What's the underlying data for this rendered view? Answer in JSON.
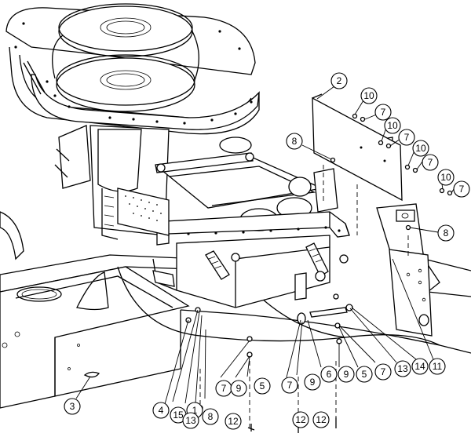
{
  "callouts": [
    {
      "id": "c2",
      "label": "2"
    },
    {
      "id": "c10a",
      "label": "10"
    },
    {
      "id": "c7a",
      "label": "7"
    },
    {
      "id": "c10b",
      "label": "10"
    },
    {
      "id": "c7b",
      "label": "7"
    },
    {
      "id": "c10c",
      "label": "10"
    },
    {
      "id": "c7c",
      "label": "7"
    },
    {
      "id": "c10d",
      "label": "10"
    },
    {
      "id": "c7d",
      "label": "7"
    },
    {
      "id": "c8a",
      "label": "8"
    },
    {
      "id": "c8b",
      "label": "8"
    },
    {
      "id": "c3",
      "label": "3"
    },
    {
      "id": "c4",
      "label": "4"
    },
    {
      "id": "c15",
      "label": "15"
    },
    {
      "id": "c1",
      "label": "1"
    },
    {
      "id": "c13a",
      "label": "13"
    },
    {
      "id": "c8c",
      "label": "8"
    },
    {
      "id": "c7e",
      "label": "7"
    },
    {
      "id": "c9a",
      "label": "9"
    },
    {
      "id": "c5a",
      "label": "5"
    },
    {
      "id": "c12a",
      "label": "12"
    },
    {
      "id": "c7f",
      "label": "7"
    },
    {
      "id": "c9b",
      "label": "9"
    },
    {
      "id": "c6",
      "label": "6"
    },
    {
      "id": "c9c",
      "label": "9"
    },
    {
      "id": "c5b",
      "label": "5"
    },
    {
      "id": "c7g",
      "label": "7"
    },
    {
      "id": "c13b",
      "label": "13"
    },
    {
      "id": "c14",
      "label": "14"
    },
    {
      "id": "c11",
      "label": "11"
    },
    {
      "id": "c12b",
      "label": "12"
    },
    {
      "id": "c12c",
      "label": "12"
    }
  ]
}
